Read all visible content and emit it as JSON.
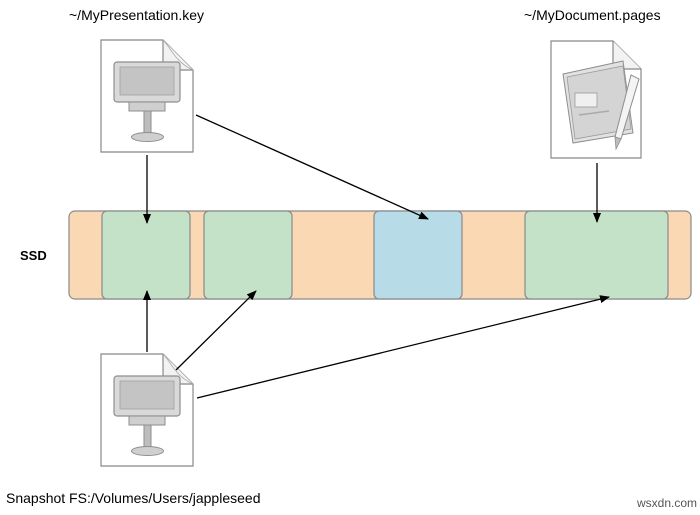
{
  "files": {
    "presentation": {
      "path": "~/MyPresentation.key",
      "icon": "keynote-file-icon"
    },
    "document": {
      "path": "~/MyDocument.pages",
      "icon": "pages-file-icon"
    },
    "snapshot": {
      "path": "Snapshot FS:/Volumes/Users/jappleseed",
      "icon": "keynote-file-icon"
    }
  },
  "storage": {
    "label": "SSD",
    "colors": {
      "background": "#fbd8b4",
      "green_block": "#c3e2c7",
      "blue_block": "#b8dbe8",
      "stroke": "#8a8a8a"
    }
  },
  "watermark": "wsxdn.com"
}
